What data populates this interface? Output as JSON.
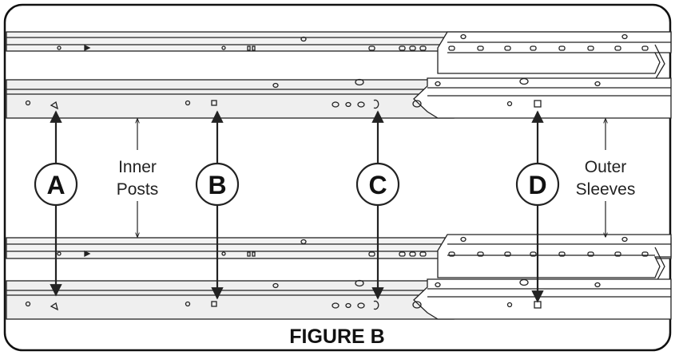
{
  "figure": {
    "caption": "FIGURE B",
    "markers": [
      {
        "id": "A",
        "label": "A"
      },
      {
        "id": "B",
        "label": "B"
      },
      {
        "id": "C",
        "label": "C"
      },
      {
        "id": "D",
        "label": "D"
      }
    ],
    "inner_label": {
      "line1": "Inner",
      "line2": "Posts"
    },
    "outer_label": {
      "line1": "Outer",
      "line2": "Sleeves"
    },
    "colors": {
      "stroke": "#222222",
      "frame": "#111111",
      "post_fill": "#efefef",
      "sleeve_fill": "#ffffff",
      "background": "#ffffff"
    }
  }
}
